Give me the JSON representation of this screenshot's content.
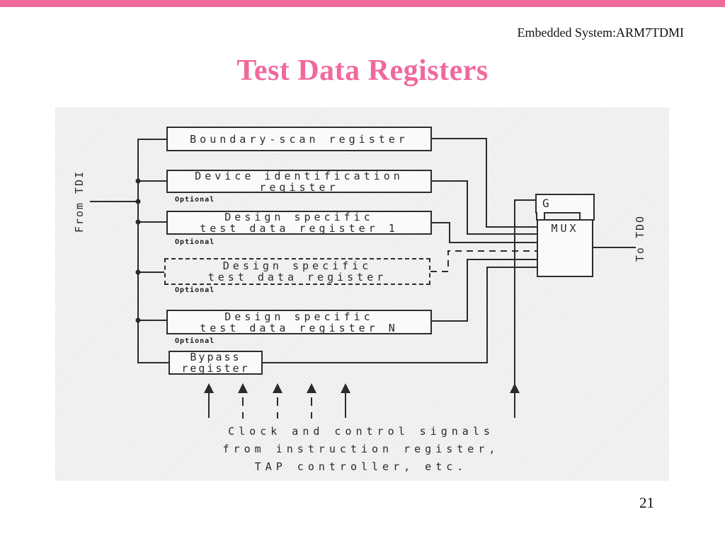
{
  "slide": {
    "header": "Embedded System:ARM7TDMI",
    "title": "Test Data Registers",
    "page_number": "21",
    "accent_color": "#f0699c"
  },
  "diagram": {
    "from_tdi_label": "From TDI",
    "to_tdo_label": "To TDO",
    "optional_label": "Optional",
    "g_label": "G",
    "mux_label": "MUX",
    "registers": [
      {
        "label": "Boundary-scan register",
        "optional": false,
        "dashed": false
      },
      {
        "label": "Device identification\nregister",
        "optional": true,
        "dashed": false
      },
      {
        "label": "Design specific\ntest data register 1",
        "optional": true,
        "dashed": false
      },
      {
        "label": "Design specific\ntest data register",
        "optional": true,
        "dashed": true
      },
      {
        "label": "Design specific\ntest data register N",
        "optional": true,
        "dashed": false
      },
      {
        "label": "Bypass\nregister",
        "optional": false,
        "dashed": false
      }
    ],
    "caption": "Clock and control signals\nfrom instruction register,\nTAP controller, etc.",
    "line_color": "#2b2b2b",
    "panel_color": "#efefef"
  }
}
